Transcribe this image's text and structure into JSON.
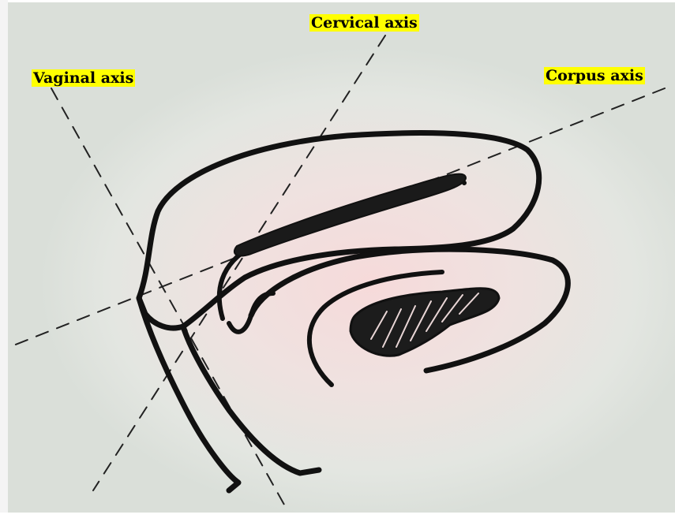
{
  "labels": {
    "cervical_axis": "Cervical axis",
    "vaginal_axis": "Vaginal axis",
    "corpus_axis": "Corpus axis"
  },
  "colors": {
    "highlight": "#ffff00",
    "ink": "#111111",
    "tint": "#f6dada"
  }
}
